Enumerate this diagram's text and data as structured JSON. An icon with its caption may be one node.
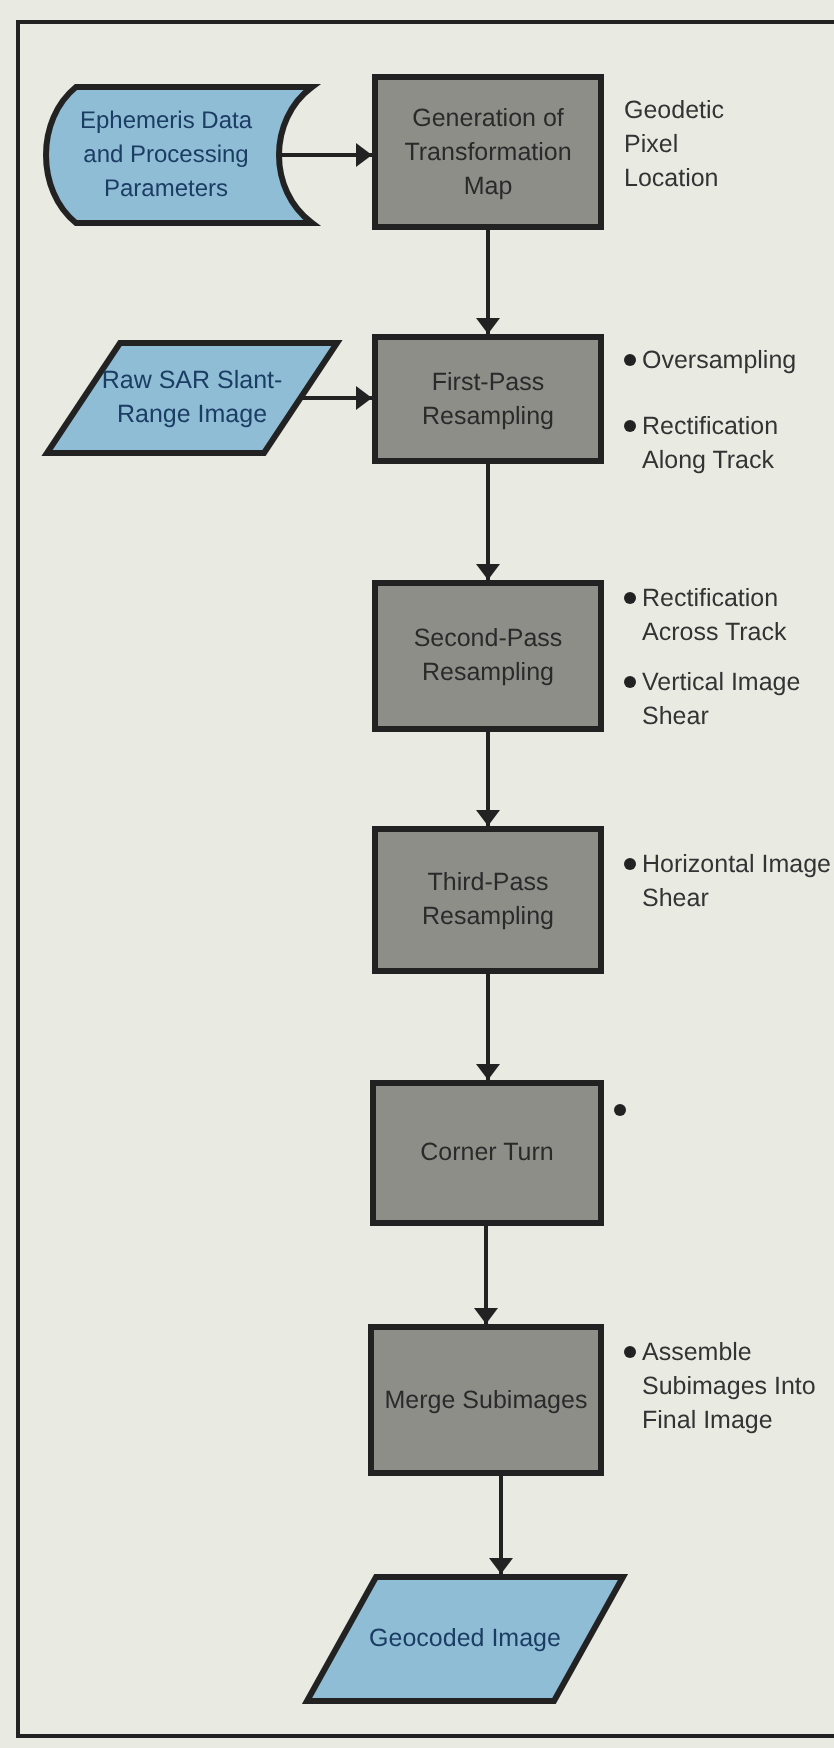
{
  "diagram": {
    "nodes": [
      {
        "text": [
          "Ephemeris Data and Processing Parameters"
        ]
      },
      {
        "text": [
          "Generation of Transformation Map"
        ],
        "beside": [
          "Geodetic Pixel Location"
        ]
      },
      {
        "text": [
          "Raw SAR Slant-Range Image"
        ]
      },
      {
        "text": [
          "First-Pass Resampling"
        ],
        "beside": [
          "Oversampling",
          "Rectification Along Track"
        ]
      },
      {
        "text": [
          "Second-Pass Resampling"
        ],
        "beside": [
          "Rectification Across Track",
          "Vertical Image Shear"
        ]
      },
      {
        "text": [
          "Third-Pass Resampling"
        ],
        "beside": [
          "Horizontal Image Shear"
        ]
      },
      {
        "text": [
          "Corner Turn"
        ]
      },
      {
        "text": [
          "Merge Subimages"
        ],
        "beside": [
          "Assemble Subimages Into Final Image"
        ]
      },
      {
        "text": [
          "Geocoded Image"
        ]
      }
    ],
    "edges": [
      {
        "from": 0,
        "to": 1,
        "arrow": "to"
      },
      {
        "from": 1,
        "to": 3,
        "arrow": "to"
      },
      {
        "from": 2,
        "to": 3,
        "arrow": "to"
      },
      {
        "from": 3,
        "to": 4,
        "arrow": "to"
      },
      {
        "from": 4,
        "to": 5,
        "arrow": "to"
      },
      {
        "from": 5,
        "to": 6,
        "arrow": "to"
      },
      {
        "from": 6,
        "to": 7,
        "arrow": "to"
      },
      {
        "from": 7,
        "to": 8,
        "arrow": "to"
      }
    ]
  }
}
